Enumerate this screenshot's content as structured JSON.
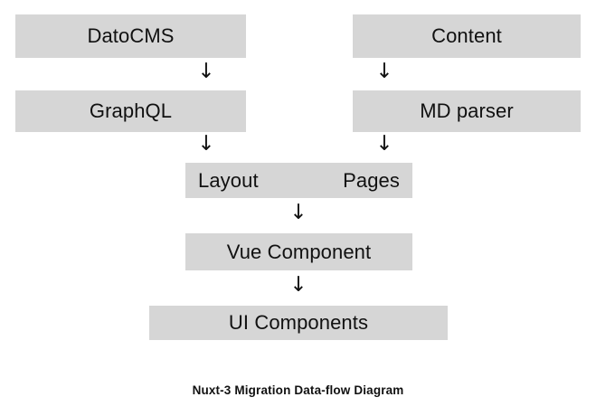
{
  "diagram": {
    "caption": "Nuxt-3 Migration Data-flow Diagram",
    "background_color": "#ffffff",
    "node_fill_color": "#d6d6d6",
    "text_color": "#111111",
    "nodes": [
      {
        "id": "datocms",
        "label": "DatoCMS"
      },
      {
        "id": "content",
        "label": "Content"
      },
      {
        "id": "graphql",
        "label": "GraphQL"
      },
      {
        "id": "mdparser",
        "label": "MD parser"
      },
      {
        "id": "layout",
        "label": "Layout"
      },
      {
        "id": "pages",
        "label": "Pages"
      },
      {
        "id": "vue",
        "label": "Vue Component"
      },
      {
        "id": "ui",
        "label": "UI Components"
      }
    ],
    "arrows": [
      {
        "id": "datocms-to-graphql",
        "glyph": "↓",
        "icon": "arrow-down-icon"
      },
      {
        "id": "graphql-to-layout",
        "glyph": "↓",
        "icon": "arrow-down-icon"
      },
      {
        "id": "content-to-mdparser",
        "glyph": "↓",
        "icon": "arrow-down-icon"
      },
      {
        "id": "mdparser-to-pages",
        "glyph": "↓",
        "icon": "arrow-down-icon"
      },
      {
        "id": "merge-to-vue",
        "glyph": "↓",
        "icon": "arrow-down-icon"
      },
      {
        "id": "vue-to-ui",
        "glyph": "↓",
        "icon": "arrow-down-icon"
      }
    ]
  }
}
